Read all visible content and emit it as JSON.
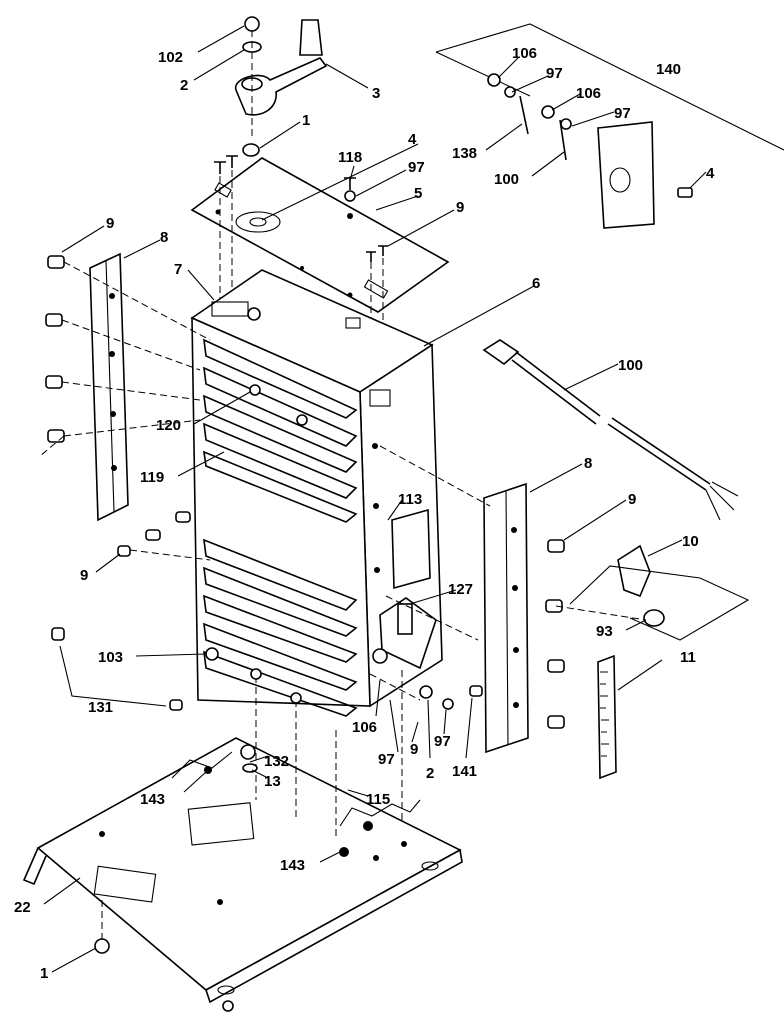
{
  "labels": {
    "l102": "102",
    "l2a": "2",
    "l3": "3",
    "l1a": "1",
    "l4a": "4",
    "l118": "118",
    "l97a": "97",
    "l5": "5",
    "l9a": "9",
    "l9b": "9",
    "l8a": "8",
    "l7": "7",
    "l6": "6",
    "l106a": "106",
    "l97b": "97",
    "l140": "140",
    "l106b": "106",
    "l97c": "97",
    "l138": "138",
    "l100a": "100",
    "l4b": "4",
    "l100b": "100",
    "l120": "120",
    "l119": "119",
    "l113": "113",
    "l8b": "8",
    "l9c": "9",
    "l9d": "9",
    "l10": "10",
    "l127": "127",
    "l93": "93",
    "l103": "103",
    "l11": "11",
    "l131": "131",
    "l106c": "106",
    "l9e": "9",
    "l97d": "97",
    "l2b": "2",
    "l97e": "97",
    "l141": "141",
    "l132": "132",
    "l13": "13",
    "l143a": "143",
    "l115": "115",
    "l143b": "143",
    "l22": "22",
    "l1b": "1"
  }
}
